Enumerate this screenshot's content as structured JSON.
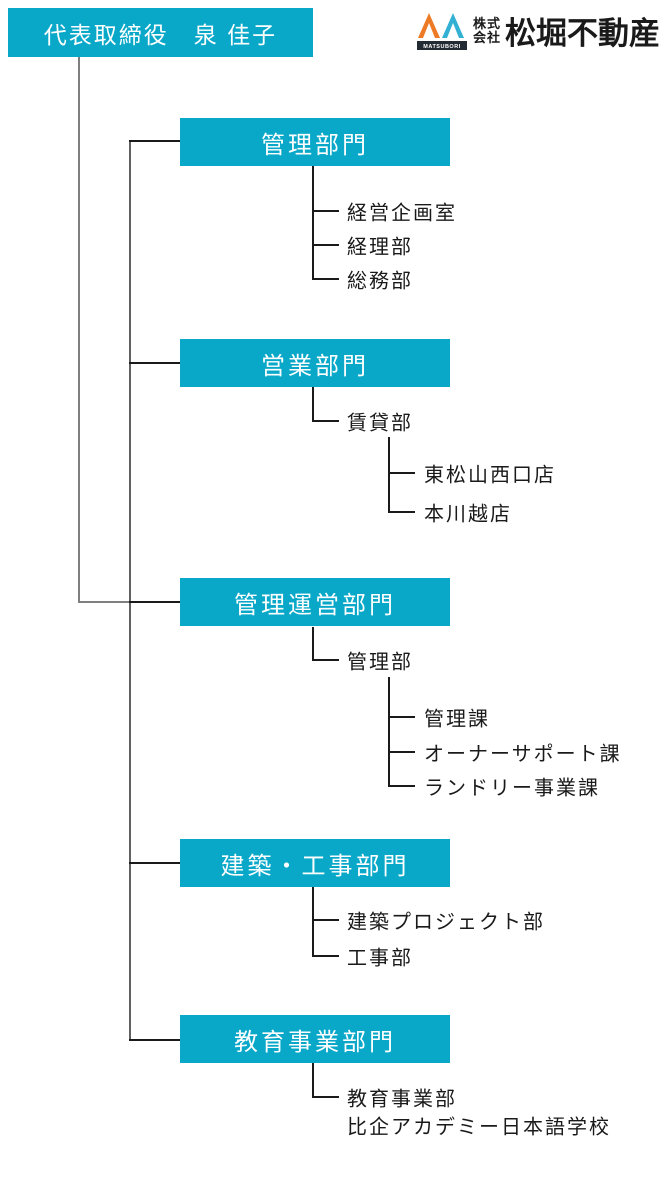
{
  "colors": {
    "box_fill": "#09a8c9",
    "box_text": "#ffffff",
    "line_dark": "#1a1a1a",
    "line_trunk": "#616161",
    "line_spine": "#7f7f7f",
    "logo_orange": "#ed7a24",
    "logo_teal": "#33b1d4",
    "logo_bar": "#222a33",
    "label_text": "#1a1a1a"
  },
  "ceo": {
    "label": "代表取締役　泉 佳子"
  },
  "logo": {
    "mark_text": "MATSUBORI",
    "company_prefix_line1": "株式",
    "company_prefix_line2": "会社",
    "company_name": "松堀不動産"
  },
  "departments": [
    {
      "label": "管理部門",
      "children": [
        {
          "label": "経営企画室"
        },
        {
          "label": "経理部"
        },
        {
          "label": "総務部"
        }
      ]
    },
    {
      "label": "営業部門",
      "children": [
        {
          "label": "賃貸部",
          "children": [
            {
              "label": "東松山西口店"
            },
            {
              "label": "本川越店"
            }
          ]
        }
      ]
    },
    {
      "label": "管理運営部門",
      "children": [
        {
          "label": "管理部",
          "children": [
            {
              "label": "管理課"
            },
            {
              "label": "オーナーサポート課"
            },
            {
              "label": "ランドリー事業課"
            }
          ]
        }
      ]
    },
    {
      "label": "建築・工事部門",
      "children": [
        {
          "label": "建築プロジェクト部"
        },
        {
          "label": "工事部"
        }
      ]
    },
    {
      "label": "教育事業部門",
      "children": [
        {
          "label": "教育事業部"
        },
        {
          "label": "比企アカデミー日本語学校"
        }
      ]
    }
  ]
}
